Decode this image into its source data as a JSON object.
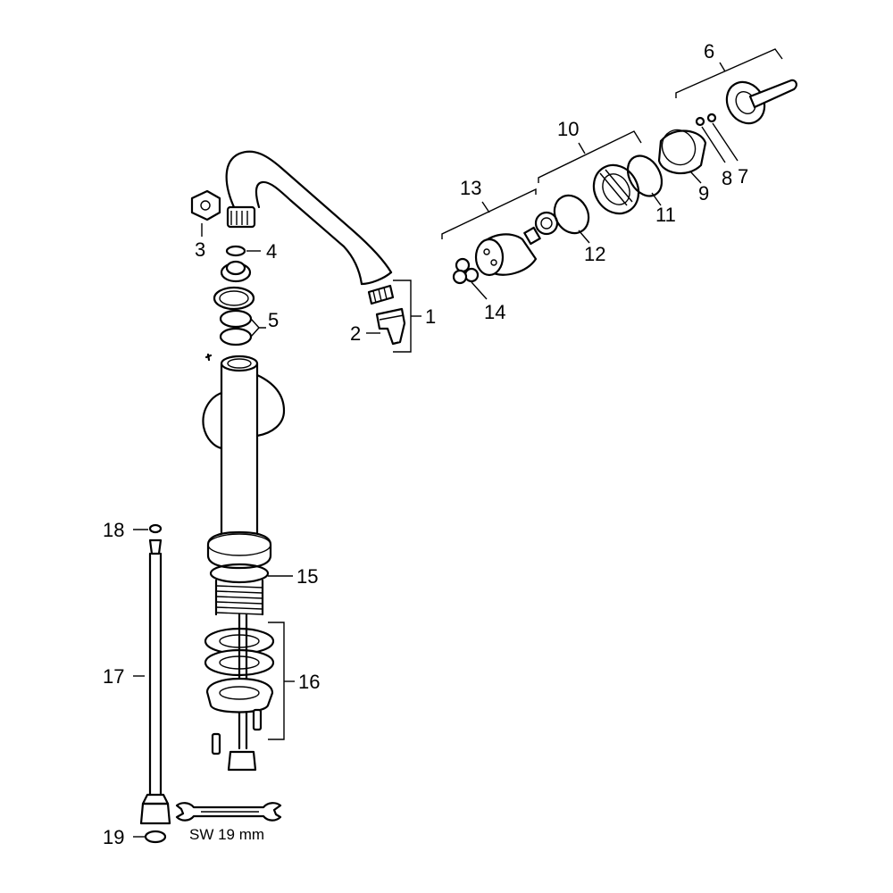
{
  "callouts": {
    "c1": "1",
    "c2": "2",
    "c3": "3",
    "c4": "4",
    "c5": "5",
    "c6": "6",
    "c7": "7",
    "c8": "8",
    "c9": "9",
    "c10": "10",
    "c11": "11",
    "c12": "12",
    "c13": "13",
    "c14": "14",
    "c15": "15",
    "c16": "16",
    "c17": "17",
    "c18": "18",
    "c19": "19"
  },
  "tool": {
    "wrench_label": "SW 19 mm"
  }
}
